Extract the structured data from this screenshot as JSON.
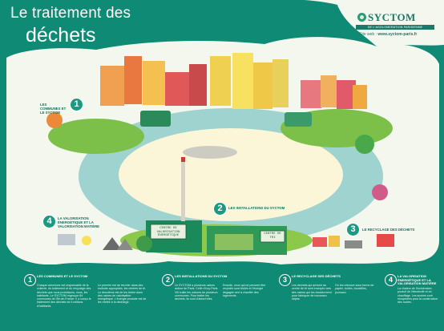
{
  "title": {
    "line1": "Le traitement des",
    "line2": "déchets"
  },
  "logo": {
    "name": "SYCTOM",
    "tagline": "DE L'AGGLOMERATION PARISIENNE",
    "site_prefix": "Site web :",
    "site_url": "www.syctom-paris.fr"
  },
  "signs": {
    "center_left": "CENTRE DE VALORISATION ÉNERGÉTIQUE",
    "center_right": "CENTRE DE TRI"
  },
  "steps": [
    {
      "num": "1",
      "label": "LES COMMUNES ET LE SYCTOM"
    },
    {
      "num": "2",
      "label": "LES INSTALLATIONS DU SYCTOM"
    },
    {
      "num": "3",
      "label": "LE RECYCLAGE DES DÉCHETS"
    },
    {
      "num": "4",
      "label": "LA VALORISATION ÉNERGÉTIQUE ET LA VALORISATION MATIÈRE"
    }
  ],
  "columns": [
    {
      "num": "1",
      "head": "LES COMMUNES ET LE SYCTOM",
      "body": "Chaque commune est responsable de la collecte, du traitement et du recyclage des déchets que nous produisons, nous, les habitants. Le SYCTOM regroupe 84 communes de l'Île-de-France. Il a conçu le traitement des déchets de 5 millions d'habitants.",
      "body2": "Le premier est de les trier dans des endroits appropriés, les centres de tri. Le deuxième est de les brûler dans des usines de valorisation énergétique. L'énergie produite est de les mettre à la décharge."
    },
    {
      "num": "2",
      "head": "LES INSTALLATIONS DU SYCTOM",
      "body": "Le SYCTOM a plusieurs usines autour de Paris. Celle d'Ivry-Paris XIII traite les ordures de plusieurs communes. Pour traiter les déchets, ils sont d'abord triés.",
      "body2": "Ensuite, ceux qui ne peuvent être recyclés sont brûlés et l'énergie dégagée sert à chauffer des logements."
    },
    {
      "num": "3",
      "head": "LE RECYCLAGE DES DÉCHETS",
      "body": "Les déchets qui arrivent au centre de tri sont envoyés vers des usines qui les transforment pour fabriquer de nouveaux objets.",
      "body2": "On les retrouve sous forme de papier, boîtes, bouteilles, journaux."
    },
    {
      "num": "4",
      "head": "LA VALORISATION ÉNERGÉTIQUE ET LA VALORISATION MATIÈRE",
      "body": "La chaleur de l'incinération produit de l'électricité et du chauffage. Les scories sont récupérées pour la construction des routes.",
      "body2": ""
    }
  ],
  "colors": {
    "primary": "#0f8a74",
    "cloud": "#f4f7ee",
    "road": "#9fd3cf"
  }
}
